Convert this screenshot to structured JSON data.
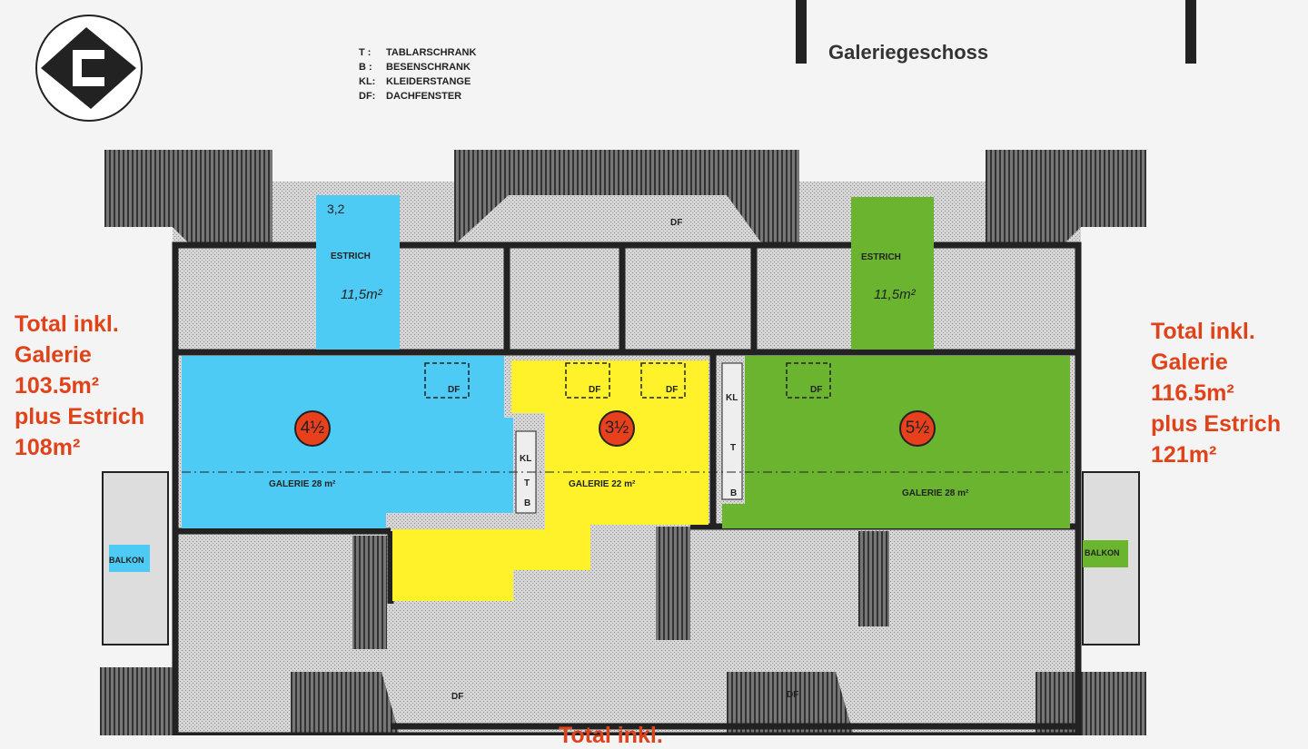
{
  "title": "Galeriegeschoss",
  "legend": [
    {
      "key": "T :",
      "value": "TABLARSCHRANK"
    },
    {
      "key": "B :",
      "value": "BESENSCHRANK"
    },
    {
      "key": "KL:",
      "value": "KLEIDERSTANGE"
    },
    {
      "key": "DF:",
      "value": "DACHFENSTER"
    }
  ],
  "left_summary": [
    "Total inkl.",
    "Galerie",
    "103.5m²",
    "plus Estrich",
    "108m²"
  ],
  "right_summary": [
    "Total inkl.",
    "Galerie",
    "116.5m²",
    "plus Estrich",
    "121m²"
  ],
  "bottom_summary": "Total inkl.",
  "units": [
    {
      "badge": "4½",
      "galerie": "GALERIE  28  m²",
      "color": "#4dcbf5"
    },
    {
      "badge": "3½",
      "galerie": "GALERIE  22  m²",
      "color": "#fff22a"
    },
    {
      "badge": "5½",
      "galerie": "GALERIE  28  m²",
      "color": "#6ab42f"
    }
  ],
  "labels": {
    "estrich": "ESTRICH",
    "estrich_area": "11,5m²",
    "estrich_note": "3,2",
    "df": "DF",
    "kl": "KL",
    "t": "T",
    "b": "B",
    "balkon": "BALKON"
  },
  "colors": {
    "accent_text": "#e0421a",
    "badge": "#e8401c"
  }
}
